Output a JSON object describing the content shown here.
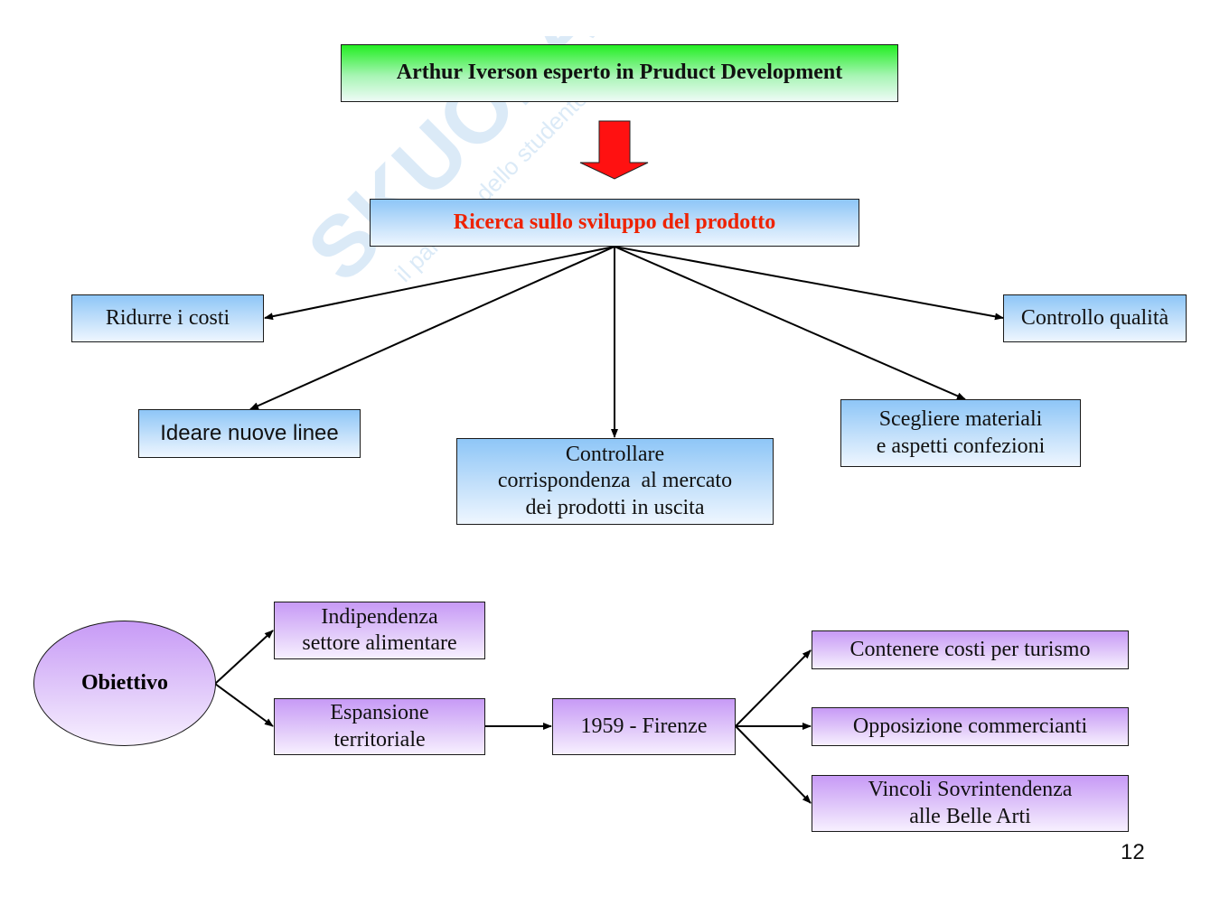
{
  "slide": {
    "page_number": "12",
    "watermark": {
      "brand": "SKUOLA.net",
      "tagline": "il paradiso dello studente"
    }
  },
  "colors": {
    "title_box": "#22ee22",
    "blue_box": "#8ec6f7",
    "purple_box": "#c79af6",
    "accent_red": "#ee2200",
    "arrow_fill": "#ff1111"
  },
  "top": {
    "title": "Arthur Iverson esperto in Pruduct Development",
    "research": "Ricerca sullo sviluppo del prodotto",
    "branches": [
      "Ridurre i costi",
      "Ideare nuove linee",
      "Controllare corrispondenza  al mercato dei prodotti in uscita",
      "Scegliere materiali e aspetti confezioni",
      "Controllo qualità"
    ],
    "branch_lines": {
      "controllare": [
        "Controllare",
        "corrispondenza  al mercato",
        "dei prodotti in uscita"
      ],
      "scegliere": [
        "Scegliere materiali",
        "e aspetti confezioni"
      ]
    }
  },
  "bottom": {
    "objective": "Obiettivo",
    "goals": [
      [
        "Indipendenza",
        "settore alimentare"
      ],
      [
        "Espansione",
        "territoriale"
      ]
    ],
    "event": "1959 - Firenze",
    "obstacles": [
      [
        "Contenere costi per turismo"
      ],
      [
        "Opposizione commercianti"
      ],
      [
        "Vincoli Sovrintendenza",
        "alle Belle Arti"
      ]
    ]
  }
}
